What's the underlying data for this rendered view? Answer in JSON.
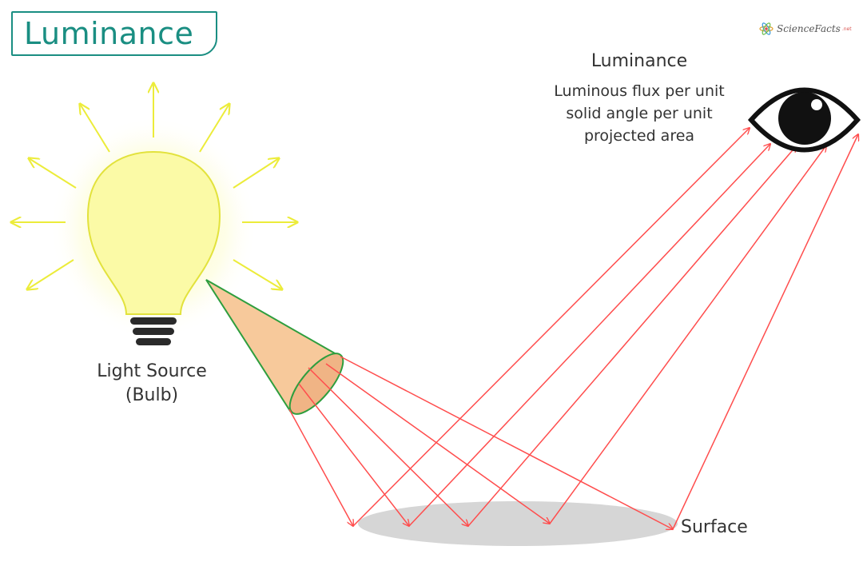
{
  "header": {
    "title": "Luminance"
  },
  "logo": {
    "text": "ScienceFacts",
    "suffix": ".net"
  },
  "labels": {
    "eye_title": "Luminance",
    "eye_desc_lines": [
      "Luminous flux per unit",
      "solid angle per unit",
      "projected area"
    ],
    "source_lines": [
      "Light Source",
      "(Bulb)"
    ],
    "surface": "Surface"
  },
  "colors": {
    "accent": "#1a8e82",
    "ray": "#ff4d4d",
    "light_ray": "#ecec3a",
    "bulb_fill": "#fbfaa6",
    "cone_fill": "#f7c99b",
    "cone_edge": "#2e9e3e",
    "surface": "#d6d6d6"
  },
  "icons": {
    "logo": "atom-icon",
    "eye": "eye-icon",
    "bulb": "light-bulb-icon"
  }
}
